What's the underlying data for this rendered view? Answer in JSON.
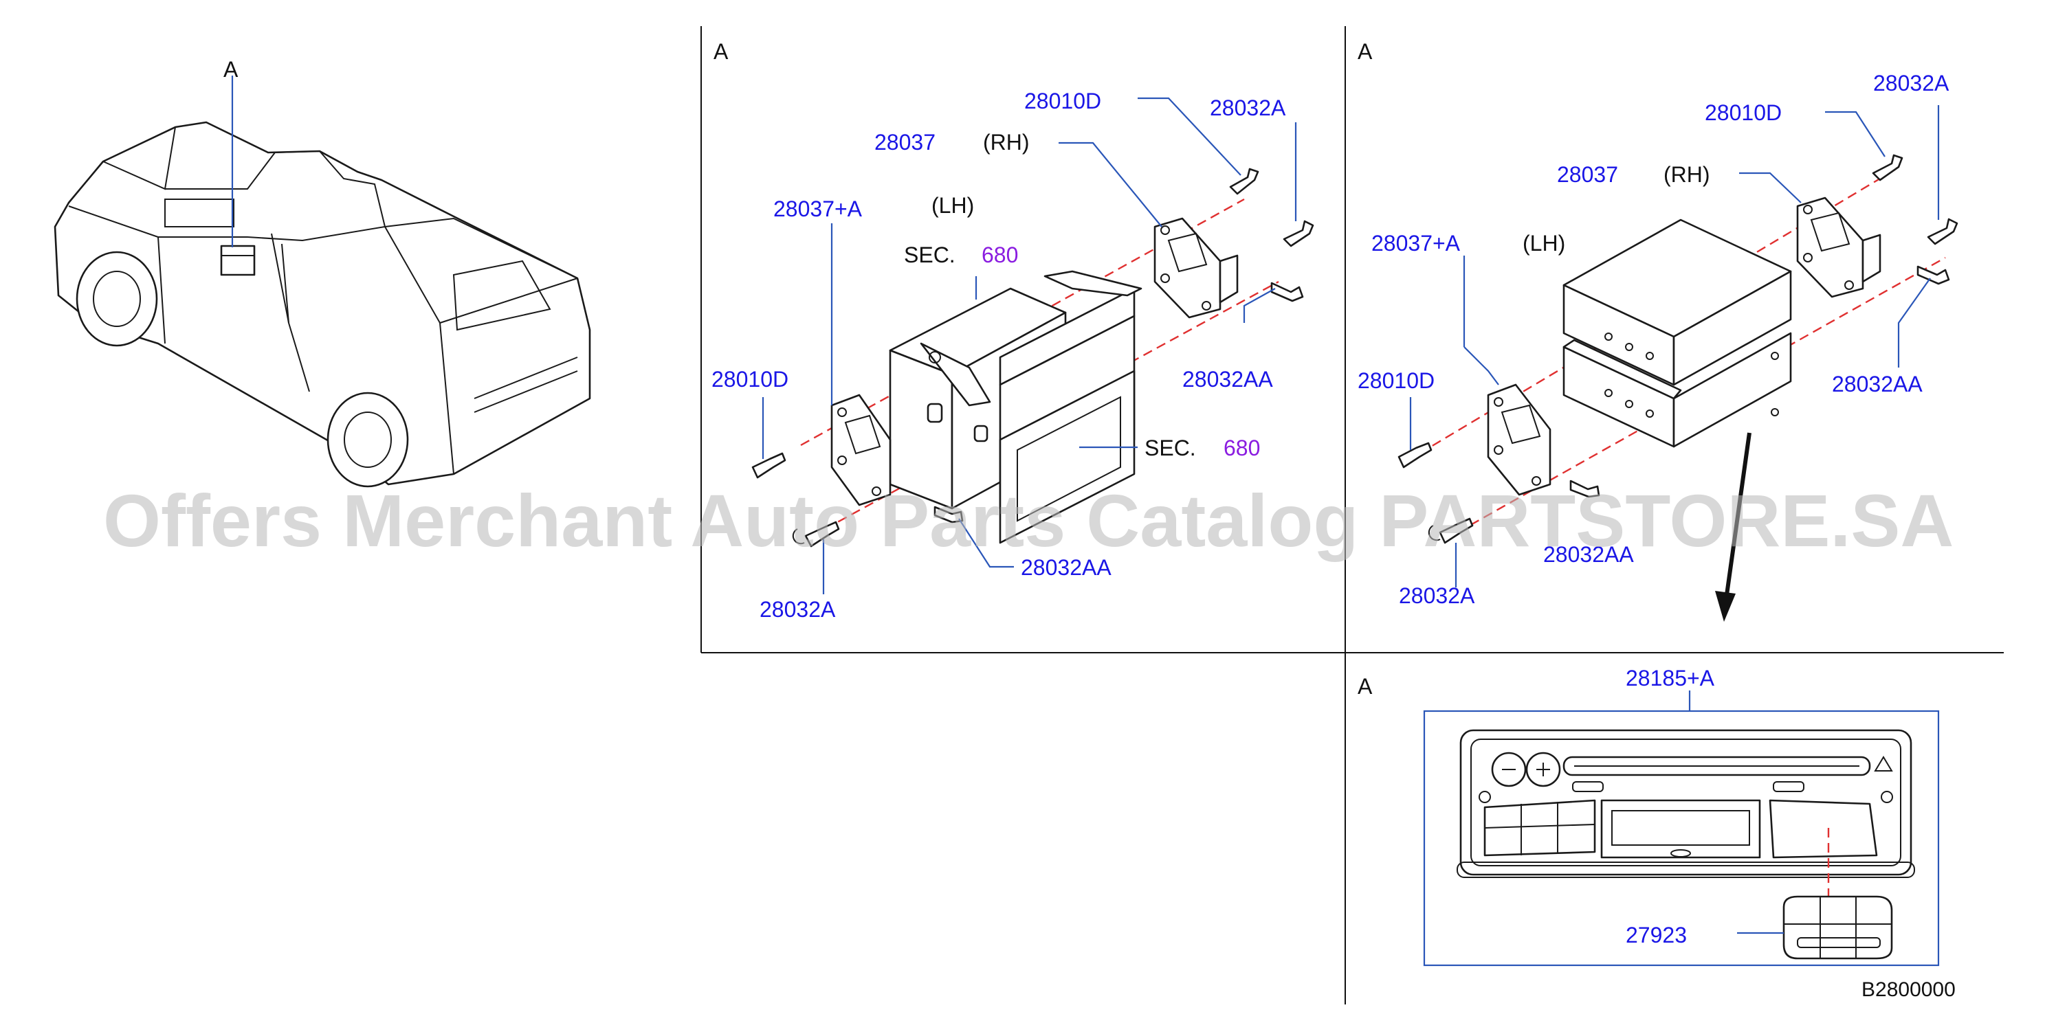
{
  "diagram_code": "B2800000",
  "watermark": "Offers Merchant Auto Parts Catalog PARTSTORE.SA",
  "vehicle_view": {
    "view_marker": "A"
  },
  "panel_lh_rh_pocket": {
    "view_marker": "A",
    "labels": {
      "bracket_rh_part": "28037",
      "bracket_rh_side": "(RH)",
      "bracket_lh_part": "28037+A",
      "bracket_lh_side": "(LH)",
      "sec_upper_prefix": "SEC.",
      "sec_upper_number": "680",
      "sec_lower_prefix": "SEC.",
      "sec_lower_number": "680",
      "screw_top_d": "28010D",
      "screw_top_a": "28032A",
      "screw_right_aa": "28032AA",
      "screw_left_d": "28010D",
      "screw_bottom_a": "28032A",
      "screw_bottom_aa": "28032AA"
    }
  },
  "panel_lh_rh_unit": {
    "view_marker": "A",
    "labels": {
      "screw_top_d": "28010D",
      "screw_top_a": "28032A",
      "bracket_rh_part": "28037",
      "bracket_rh_side": "(RH)",
      "bracket_lh_part": "28037+A",
      "bracket_lh_side": "(LH)",
      "screw_right_aa": "28032AA",
      "screw_left_d": "28010D",
      "screw_bottom_aa": "28032AA",
      "screw_bottom_a": "28032A"
    }
  },
  "panel_audio": {
    "view_marker": "A",
    "labels": {
      "audio_unit_part": "28185+A",
      "knob_panel_part": "27923"
    }
  },
  "colors": {
    "part_number": "#1a16e6",
    "sec_number": "#8a1ce0",
    "leader": "#2a56b8",
    "centerline": "#e03030"
  }
}
